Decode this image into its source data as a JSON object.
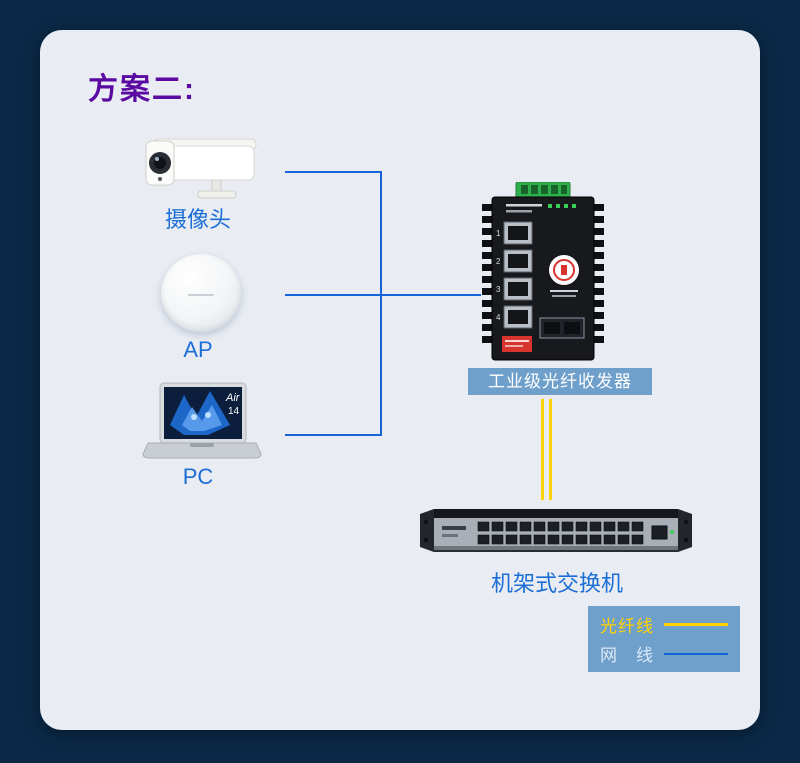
{
  "title": "方案二:",
  "colors": {
    "outer_background": "#0b2946",
    "card_background": "#e9edf3",
    "title_purple": "#5a0aa0",
    "device_label_blue": "#1b6ed6",
    "network_line_blue": "#1565d8",
    "fiber_line_yellow": "#ffd200",
    "panel_steel_blue": "#6f9fcb",
    "panel_text_white": "#ffffff"
  },
  "devices": {
    "camera": {
      "label": "摄像头"
    },
    "ap": {
      "label": "AP"
    },
    "pc": {
      "label": "PC",
      "screen_text_1": "Air",
      "screen_text_2": "14"
    },
    "transceiver": {
      "label": "工业级光纤收发器"
    },
    "rack_switch": {
      "label": "机架式交换机"
    }
  },
  "legend": {
    "fiber": {
      "label": "光纤线"
    },
    "ethernet": {
      "label": "网　线"
    }
  }
}
